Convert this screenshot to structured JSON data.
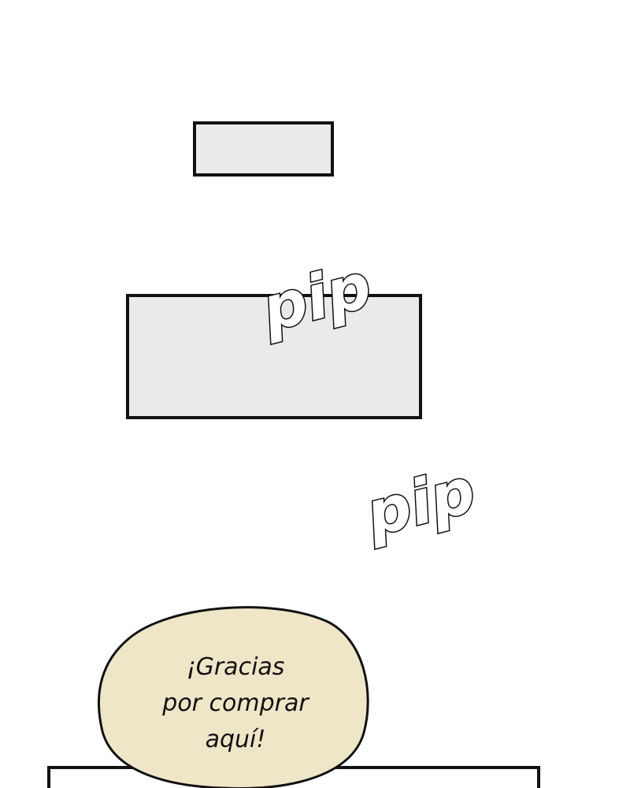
{
  "sound_effects": [
    {
      "text": "pip"
    },
    {
      "text": "pip"
    }
  ],
  "speech_bubble": {
    "lines": [
      "¡Gracias",
      "por comprar",
      "aquí!"
    ],
    "fill_color": "#efe6c8"
  },
  "colors": {
    "background": "#ffffff",
    "panel_fill": "#eaeaea",
    "outline": "#111111"
  }
}
